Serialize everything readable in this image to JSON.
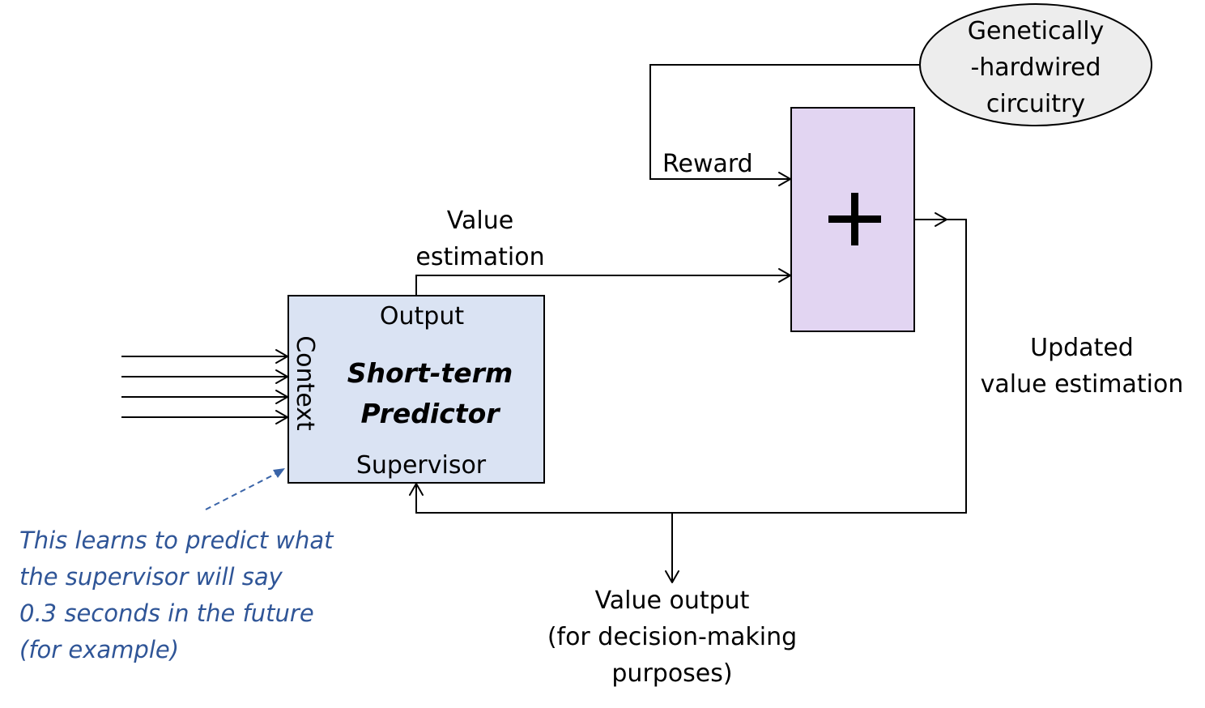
{
  "colors": {
    "predictor_fill": "#dae3f3",
    "adder_fill": "#e2d5f2",
    "hardwired_fill": "#ededed",
    "note_text": "#2f5597",
    "note_arrow": "#3a64a8",
    "line": "#000000"
  },
  "hardwired": {
    "line1": "Genetically",
    "line2": "-hardwired",
    "line3": "circuitry"
  },
  "adder": {
    "symbol": "+"
  },
  "labels": {
    "reward": "Reward",
    "value_estimation_line1": "Value",
    "value_estimation_line2": "estimation",
    "updated_line1": "Updated",
    "updated_line2": "value estimation",
    "value_output_line1": "Value output",
    "value_output_line2": "(for decision-making",
    "value_output_line3": "purposes)"
  },
  "predictor": {
    "output_label": "Output",
    "context_label": "Context",
    "supervisor_label": "Supervisor",
    "title_line1": "Short-term",
    "title_line2": "Predictor"
  },
  "note": {
    "line1": "This learns to predict what",
    "line2": "the supervisor will say",
    "line3": "0.3 seconds in the future",
    "line4": "(for example)"
  }
}
